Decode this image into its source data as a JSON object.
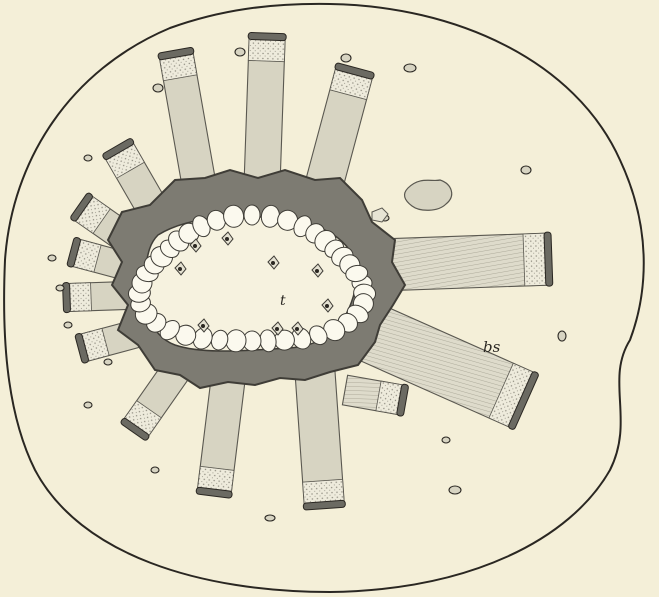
{
  "figure": {
    "labels": {
      "bs": "bs",
      "t": "t"
    },
    "colors": {
      "paper": "#f4efd8",
      "ink": "#2a2722",
      "central_tissue": "#7d7b72",
      "central_tissue_edge": "#3f3d37",
      "lumen": "#f6f2df",
      "cells": "#fbf9ee",
      "strand": "#d7d4c2",
      "strand_tip": "#6b6a62",
      "strand_cap": "#e9e6d6"
    },
    "central_cells_count": 40,
    "radiating_strands_count": 14
  }
}
